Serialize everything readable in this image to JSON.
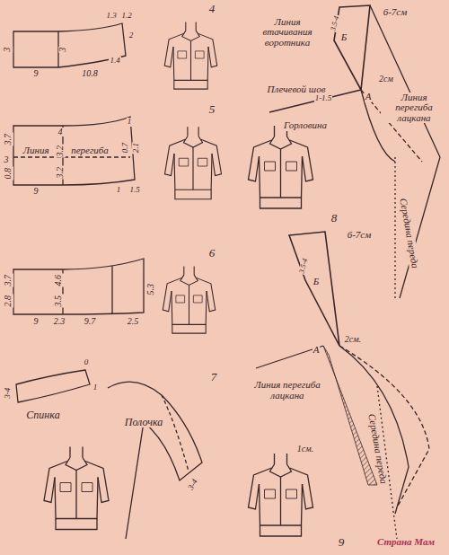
{
  "diagram": {
    "labels": [
      "4",
      "3",
      "3",
      "9",
      "10.8",
      "1.3",
      "1.2",
      "2",
      "1.4",
      "5",
      "3.7",
      "3",
      "0.8",
      "Линия",
      "перегиба",
      "9",
      "4",
      "3.2",
      "3.2",
      "1",
      "0.7",
      "2.1",
      "1",
      "1.5",
      "6",
      "3.7",
      "2.8",
      "4.6",
      "3.5",
      "9",
      "2.3",
      "9.7",
      "2.5",
      "5.3",
      "7",
      "3-4",
      "0",
      "1",
      "Спинка",
      "Полочка",
      "3-4",
      "6-7см",
      "Б",
      "3.5-4",
      "Линия втачивания воротника",
      "2см",
      "Плечевой шов",
      "А",
      "1-1.5",
      "Горловина",
      "Линия перегиба лацкана",
      "Середина переда",
      "8",
      "6-7см",
      "Б",
      "3.5-4",
      "А",
      "2см.",
      "Линия перегиба лацкана",
      "1см.",
      "Середина переда",
      "9",
      "Страна Мам"
    ]
  }
}
